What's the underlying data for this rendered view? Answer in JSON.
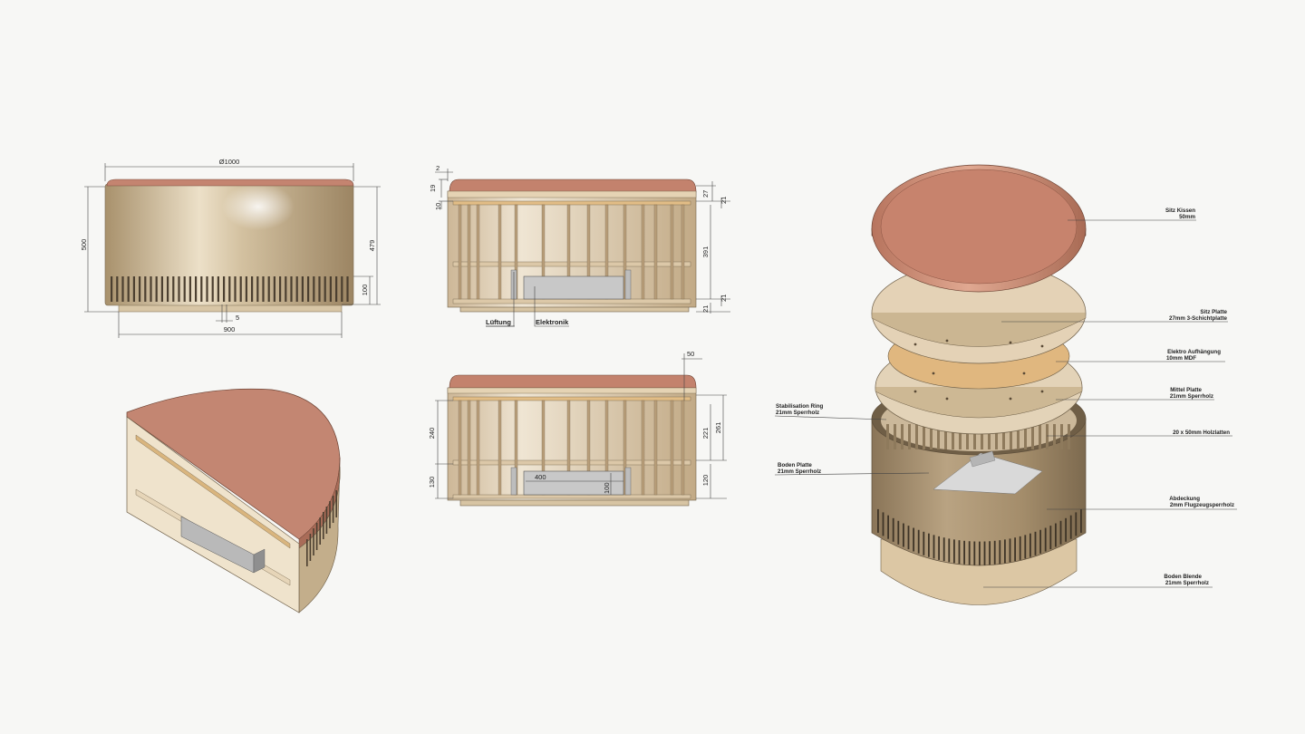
{
  "front_view": {
    "dim_diameter": "Ø1000",
    "dim_height": "500",
    "dim_body_height": "479",
    "dim_vent_height": "100",
    "dim_slot": "5",
    "dim_base": "900"
  },
  "section_view_a": {
    "dim_2": "2",
    "dim_19": "19",
    "dim_10": "10",
    "dim_27": "27",
    "dim_21_top": "21",
    "dim_391": "391",
    "dim_21_mid": "21",
    "dim_21_bot": "21",
    "label_vent": "Lüftung",
    "label_electronics": "Elektronik"
  },
  "section_view_b": {
    "dim_50": "50",
    "dim_240": "240",
    "dim_130": "130",
    "dim_221": "221",
    "dim_261": "261",
    "dim_120": "120",
    "dim_400": "400",
    "dim_100": "100"
  },
  "exploded_labels": [
    {
      "name": "Sitz Kissen",
      "spec": "50mm"
    },
    {
      "name": "Sitz Platte",
      "spec": "27mm 3-Schichtplatte"
    },
    {
      "name": "Elektro Aufhängung",
      "spec": "10mm MDF"
    },
    {
      "name": "Mittel Platte",
      "spec": "21mm Sperrholz"
    },
    {
      "name": "20 x 50mm Holzlatten",
      "spec": ""
    },
    {
      "name": "Abdeckung",
      "spec": "2mm Flugzeugsperrholz"
    },
    {
      "name": "Boden Blende",
      "spec": "21mm Sperrholz"
    },
    {
      "name": "Stabilisation Ring",
      "spec": "21mm Sperrholz"
    },
    {
      "name": "Boden Platte",
      "spec": "21mm Sperrholz"
    }
  ],
  "colors": {
    "cushion": "#c98a72",
    "body": "#c4b090",
    "plywood": "#dfc9a8",
    "mdf": "#e2bd86",
    "electronics": "#c8c8c8"
  }
}
